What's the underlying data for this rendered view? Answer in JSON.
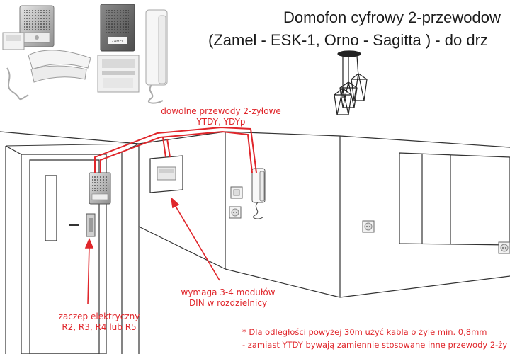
{
  "title": {
    "line1": "Domofon cyfrowy 2-przewodow",
    "line2": "(Zamel - ESK-1, Orno - Sagitta ) - do drz"
  },
  "labels": {
    "wires": [
      "dowolne przewody 2-żyłowe",
      "YTDY, YDYp"
    ],
    "din": [
      "wymaga 3-4 modułów",
      "DIN w rozdzielnicy"
    ],
    "lock": [
      "zaczep elektryczny",
      "R2, R3, R4 lub R5"
    ]
  },
  "notes": [
    "* Dla odległości powyżej 30m użyć kabla o żyle min. 0,8mm",
    "- zamiast YTDY bywają zamiennie stosowane inne przewody 2-ży"
  ],
  "colors": {
    "accent": "#e0262b",
    "line": "#333333"
  },
  "product_photo": {
    "brand_text": "ZAMEL"
  }
}
